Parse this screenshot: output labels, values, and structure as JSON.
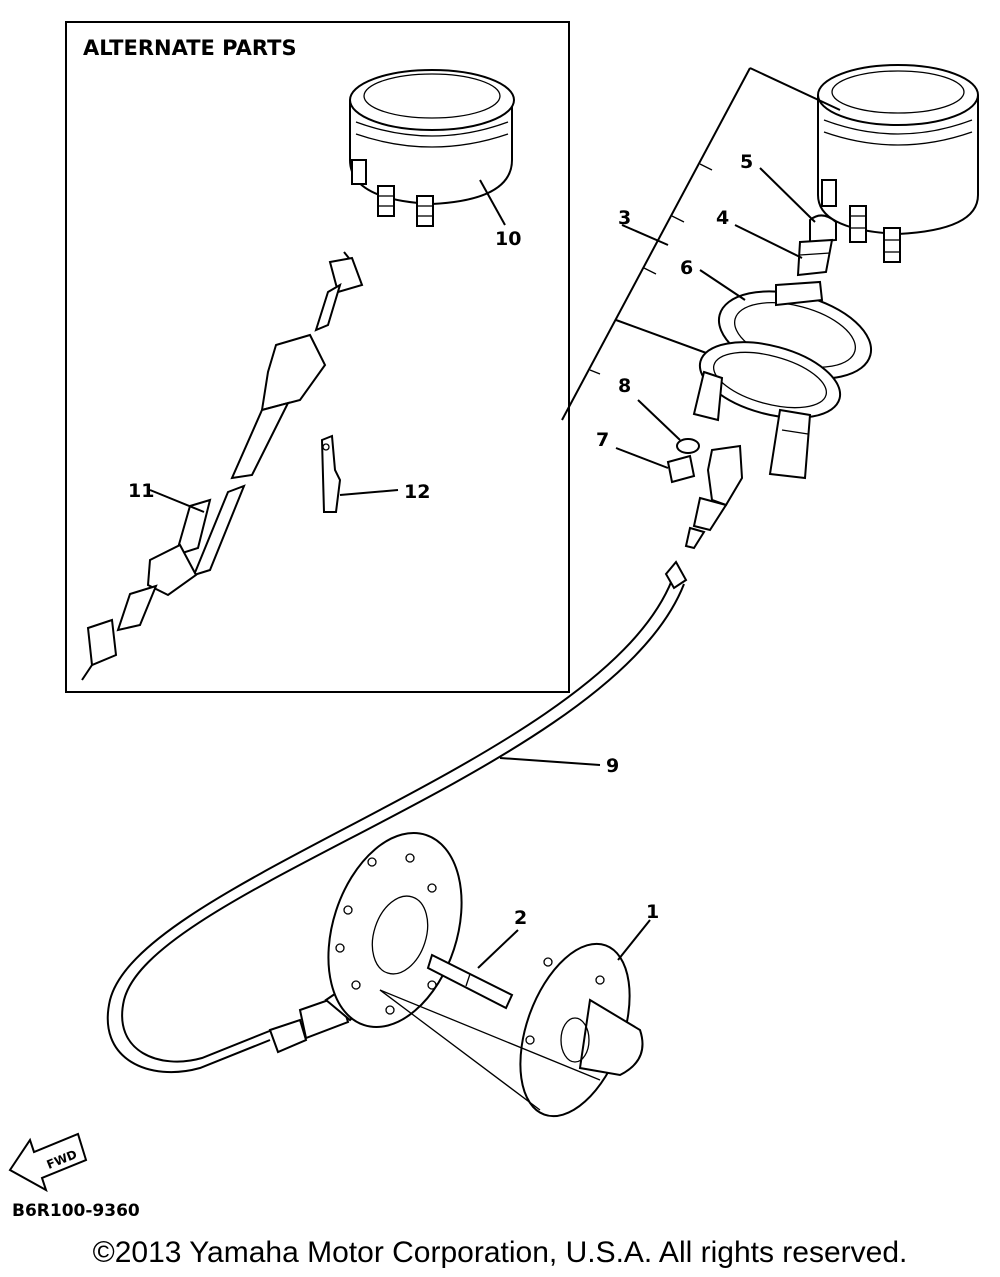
{
  "inset": {
    "title": "ALTERNATE PARTS"
  },
  "callouts": {
    "c1": "1",
    "c2": "2",
    "c3": "3",
    "c4": "4",
    "c5": "5",
    "c6": "6",
    "c7": "7",
    "c8": "8",
    "c9": "9",
    "c10": "10",
    "c11": "11",
    "c12": "12"
  },
  "fwd_label": "FWD",
  "diagram_code": "B6R100-9360",
  "copyright": "©2013 Yamaha Motor Corporation, U.S.A. All rights reserved."
}
